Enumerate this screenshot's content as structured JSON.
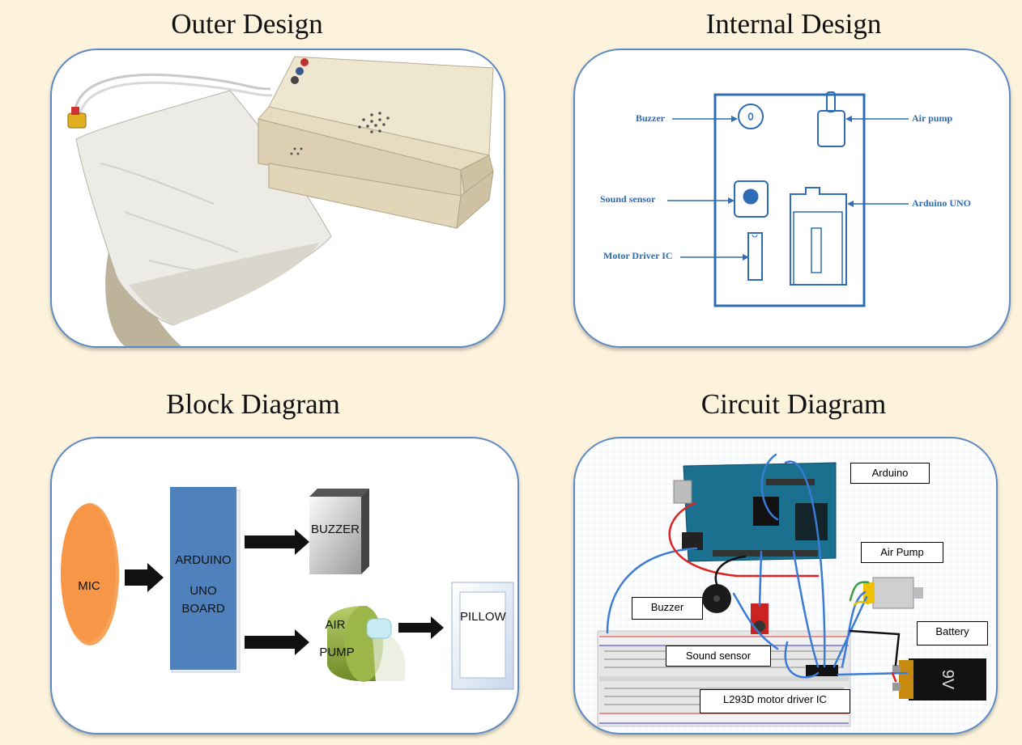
{
  "panels": {
    "outer": {
      "title": "Outer Design"
    },
    "internal": {
      "title": "Internal Design",
      "labels": {
        "buzzer": "Buzzer",
        "air_pump": "Air pump",
        "sound_sensor": "Sound sensor",
        "arduino": "Arduino UNO",
        "motor_driver": "Motor Driver IC"
      }
    },
    "block": {
      "title": "Block Diagram",
      "mic": "MIC",
      "arduino_line1": "ARDUINO",
      "arduino_line2": "UNO BOARD",
      "buzzer": "BUZZER",
      "air_line1": "AIR",
      "air_line2": "PUMP",
      "pillow": "PILLOW"
    },
    "circuit": {
      "title": "Circuit Diagram",
      "labels": {
        "arduino": "Arduino",
        "air_pump": "Air Pump",
        "buzzer": "Buzzer",
        "battery": "Battery",
        "sound_sensor": "Sound sensor",
        "motor_driver": "L293D motor driver IC"
      },
      "battery_text": "9V"
    }
  },
  "colors": {
    "background": "#fdf3dd",
    "panel_border": "#5b8ac4",
    "diagram_blue": "#2e6db5",
    "mic_orange": "#f79646",
    "arduino_block": "#4f81bd",
    "pump_green": "#8faa3a"
  }
}
